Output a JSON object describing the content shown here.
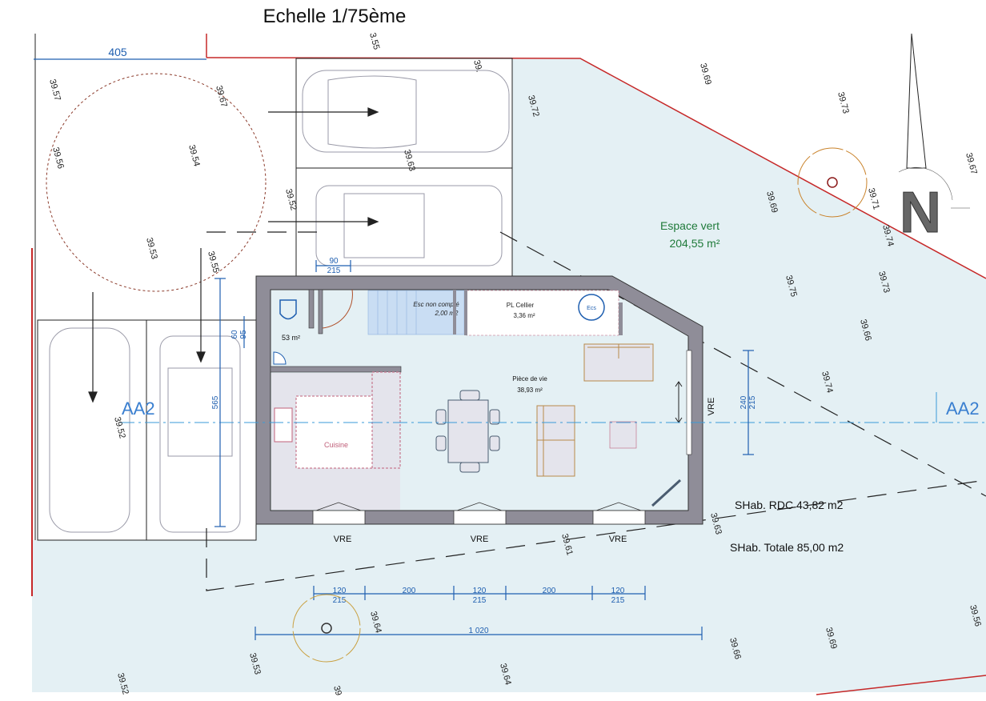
{
  "title": "Echelle 1/75ème",
  "dimensions": {
    "top_left": "405",
    "door_top": "90",
    "door_bottom": "215",
    "wc_a": "60",
    "wc_b": "95",
    "left_height": "565",
    "right_a": "240",
    "right_b": "215",
    "bottom_segments": [
      {
        "top": "120",
        "bottom": "215"
      },
      {
        "top": "200",
        "bottom": ""
      },
      {
        "top": "120",
        "bottom": "215"
      },
      {
        "top": "200",
        "bottom": ""
      },
      {
        "top": "120",
        "bottom": "215"
      }
    ],
    "total_width": "1 020"
  },
  "rooms": {
    "wc_area": "53 m²",
    "stairs_label": "Esc non compté",
    "stairs_area": "2,00 m2",
    "cellier_label": "PL Cellier",
    "cellier_area": "3,36 m²",
    "ecs": "Ecs",
    "living_label": "Pièce de vie",
    "living_area": "38,93 m²",
    "kitchen": "Cuisine"
  },
  "windows": [
    "VRE",
    "VRE",
    "VRE",
    "VRE"
  ],
  "section_marks": [
    "AA2",
    "AA2"
  ],
  "green_space": {
    "label": "Espace vert",
    "area": "204,55 m²"
  },
  "surfaces": {
    "rdc": "SHab. RDC 43,82 m2",
    "total": "SHab. Totale 85,00 m2"
  },
  "north": "N",
  "elevations": [
    "3.55",
    "39.",
    "39.57",
    "39.67",
    "39.56",
    "39.54",
    "39.72",
    "39.63",
    "39.52",
    "39.53",
    "39.55",
    "39.69",
    "39.73",
    "39.67",
    "39.69",
    "39.71",
    "39.74",
    "39.75",
    "39.73",
    "39.66",
    "39.74",
    "39.52",
    "39.63",
    "39.61",
    "39.64",
    "39.53",
    "39.64",
    "39.66",
    "39.69",
    "39.56",
    "39.52",
    "39"
  ],
  "colors": {
    "wall": "#8f8d98",
    "lawn": "#e4f0f4",
    "boundary": "#c62828",
    "dimension": "#1f5fb0",
    "green_text": "#1f7a3a"
  }
}
